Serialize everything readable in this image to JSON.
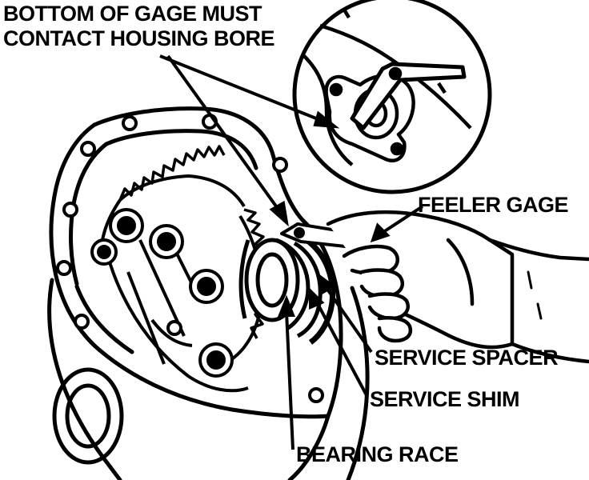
{
  "figure": {
    "callouts": {
      "gage_contact": [
        "BOTTOM OF GAGE MUST",
        "CONTACT HOUSING BORE"
      ],
      "feeler_gage": "FEELER GAGE",
      "service_spacer": "SERVICE SPACER",
      "service_shim": "SERVICE SHIM",
      "bearing_race": "BEARING RACE"
    },
    "colors": {
      "ink": "#000000",
      "paper": "#ffffff"
    },
    "components": [
      "axle-housing",
      "ring-gear",
      "differential-case-bolts",
      "detail-inset",
      "feeler-gage",
      "service-spacer",
      "service-shim",
      "bearing-race",
      "hand"
    ]
  }
}
